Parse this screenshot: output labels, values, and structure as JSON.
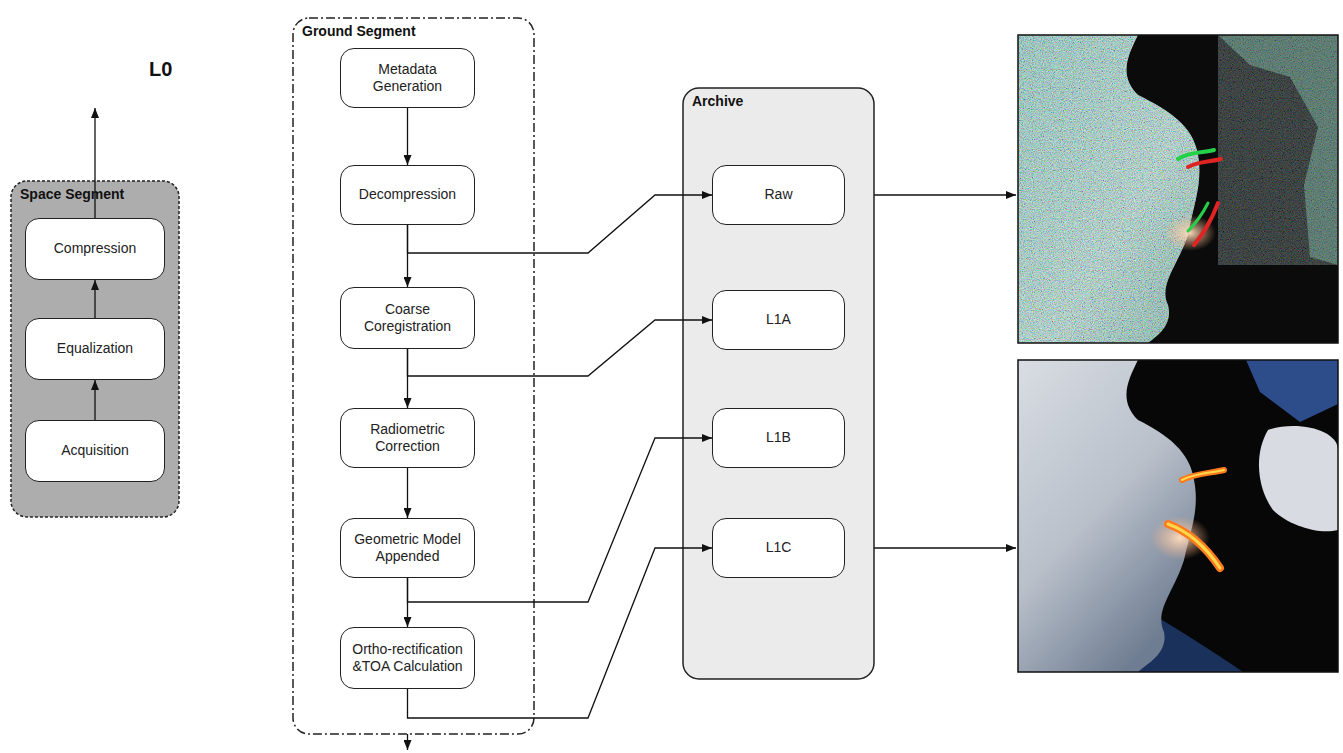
{
  "diagram": {
    "nodes": [
      {
        "text": [
          "Space Segment"
        ]
      },
      {
        "text": [
          "Compression"
        ],
        "in": 0
      },
      {
        "text": [
          "Equalization"
        ],
        "in": 0
      },
      {
        "text": [
          "Acquisition"
        ],
        "in": 0
      },
      {
        "text": [
          "Ground Segment"
        ]
      },
      {
        "text": [
          "Metadata Generation"
        ],
        "in": 4
      },
      {
        "text": [
          "Decompression"
        ],
        "in": 4
      },
      {
        "text": [
          "Coarse Coregistration"
        ],
        "in": 4
      },
      {
        "text": [
          "Radiometric Correction"
        ],
        "in": 4
      },
      {
        "text": [
          "Geometric Model Appended"
        ],
        "in": 4
      },
      {
        "text": [
          "Ortho-rectification &TOA Calculation"
        ],
        "in": 4
      },
      {
        "text": [
          "Archive"
        ]
      },
      {
        "text": [
          "Raw"
        ],
        "in": 11
      },
      {
        "text": [
          "L1A"
        ],
        "in": 11
      },
      {
        "text": [
          "L1B"
        ],
        "in": 11
      },
      {
        "text": [
          "L1C"
        ],
        "in": 11
      }
    ],
    "edges": [
      {
        "from": 3,
        "to": 2,
        "arrow": "to"
      },
      {
        "from": 2,
        "to": 1,
        "arrow": "to"
      },
      {
        "from": 1,
        "to": 5,
        "label": "L0",
        "arrow": "to"
      },
      {
        "from": 5,
        "to": 6,
        "arrow": "to"
      },
      {
        "from": 6,
        "to": 7,
        "arrow": "to"
      },
      {
        "from": 7,
        "to": 8,
        "arrow": "to"
      },
      {
        "from": 8,
        "to": 9,
        "arrow": "to"
      },
      {
        "from": 9,
        "to": 10,
        "arrow": "to"
      },
      {
        "from": 6,
        "to": 12,
        "arrow": "to"
      },
      {
        "from": 7,
        "to": 13,
        "arrow": "to"
      },
      {
        "from": 9,
        "to": 14,
        "arrow": "to"
      },
      {
        "from": 10,
        "to": 15,
        "arrow": "to"
      }
    ]
  }
}
